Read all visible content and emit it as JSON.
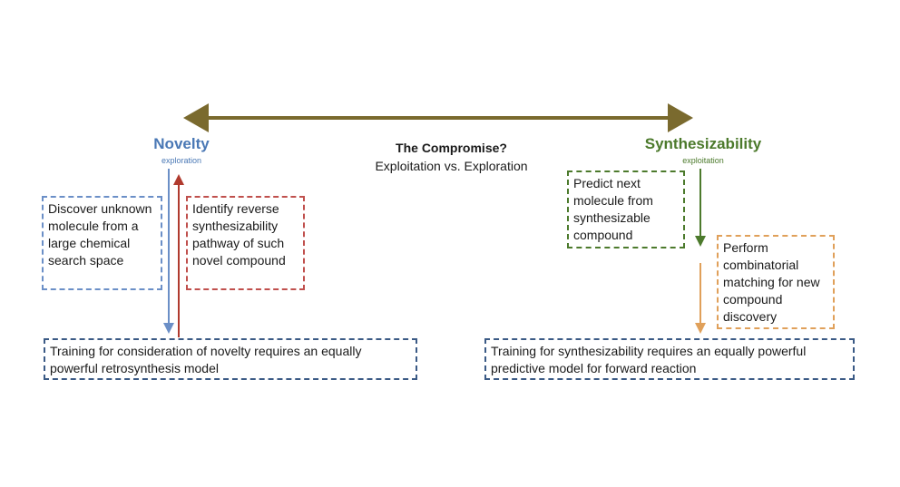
{
  "top_arrow_color": "#7a6a2e",
  "novelty": {
    "title": "Novelty",
    "subtitle": "exploration",
    "color": "#4a78b5",
    "discover_text": "Discover unknown molecule from a large chemical search space",
    "identify_text": "Identify reverse synthesizability pathway of such novel compound",
    "training_text": "Training for consideration of novelty requires an equally powerful retrosynthesis model"
  },
  "compromise": {
    "title": "The Compromise?",
    "body": "Exploitation vs. Exploration"
  },
  "synthesizability": {
    "title": "Synthesizability",
    "subtitle": "exploitation",
    "color": "#4c7a2c",
    "predict_text": "Predict next molecule from synthesizable compound",
    "perform_text": "Perform combinatorial matching for new compound discovery",
    "training_text": "Training for synthesizability requires an equally powerful predictive model for forward reaction"
  }
}
